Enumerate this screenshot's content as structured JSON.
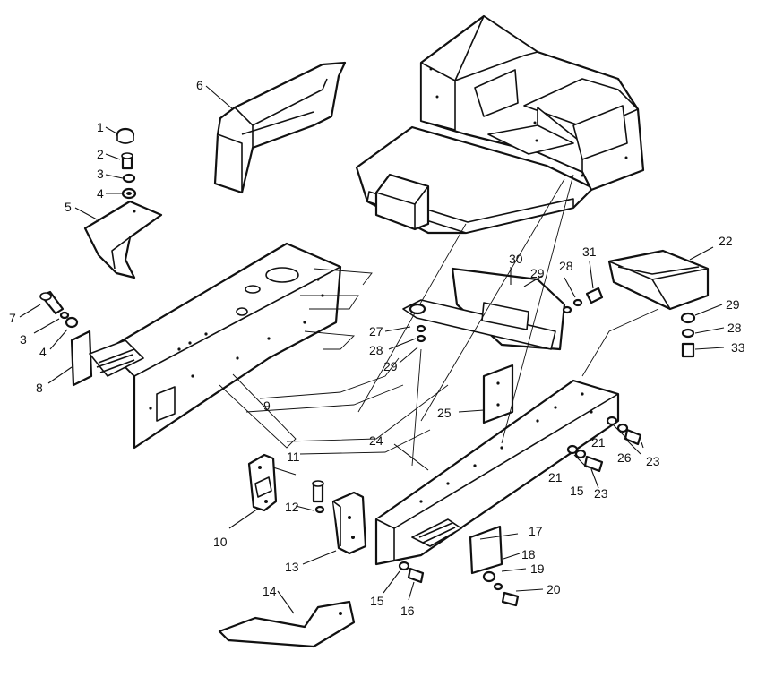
{
  "callouts": [
    {
      "id": "c1",
      "text": "1"
    },
    {
      "id": "c2",
      "text": "2"
    },
    {
      "id": "c3a",
      "text": "3"
    },
    {
      "id": "c4a",
      "text": "4"
    },
    {
      "id": "c5",
      "text": "5"
    },
    {
      "id": "c6",
      "text": "6"
    },
    {
      "id": "c7",
      "text": "7"
    },
    {
      "id": "c3b",
      "text": "3"
    },
    {
      "id": "c4b",
      "text": "4"
    },
    {
      "id": "c8",
      "text": "8"
    },
    {
      "id": "c9",
      "text": "9"
    },
    {
      "id": "c10",
      "text": "10"
    },
    {
      "id": "c11",
      "text": "11"
    },
    {
      "id": "c12",
      "text": "12"
    },
    {
      "id": "c13",
      "text": "13"
    },
    {
      "id": "c14",
      "text": "14"
    },
    {
      "id": "c15a",
      "text": "15"
    },
    {
      "id": "c16",
      "text": "16"
    },
    {
      "id": "c17",
      "text": "17"
    },
    {
      "id": "c18",
      "text": "18"
    },
    {
      "id": "c19",
      "text": "19"
    },
    {
      "id": "c20",
      "text": "20"
    },
    {
      "id": "c21a",
      "text": "21"
    },
    {
      "id": "c21b",
      "text": "21"
    },
    {
      "id": "c15b",
      "text": "15"
    },
    {
      "id": "c23a",
      "text": "23"
    },
    {
      "id": "c23b",
      "text": "23"
    },
    {
      "id": "c26",
      "text": "26"
    },
    {
      "id": "c24",
      "text": "24"
    },
    {
      "id": "c25",
      "text": "25"
    },
    {
      "id": "c27",
      "text": "27"
    },
    {
      "id": "c28a",
      "text": "28"
    },
    {
      "id": "c29a",
      "text": "29"
    },
    {
      "id": "c30",
      "text": "30"
    },
    {
      "id": "c29b",
      "text": "29"
    },
    {
      "id": "c28b",
      "text": "28"
    },
    {
      "id": "c31",
      "text": "31"
    },
    {
      "id": "c22",
      "text": "22"
    },
    {
      "id": "c29c",
      "text": "29"
    },
    {
      "id": "c28c",
      "text": "28"
    },
    {
      "id": "c33",
      "text": "33"
    }
  ]
}
